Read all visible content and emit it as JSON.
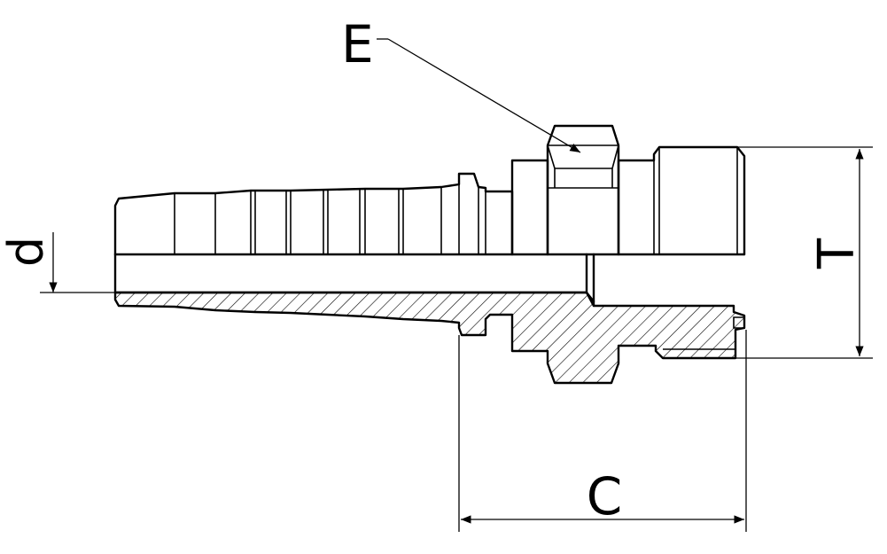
{
  "labels": {
    "e": "E",
    "d": "d",
    "t": "T",
    "c": "C"
  },
  "colors": {
    "line": "#000000",
    "background": "#ffffff"
  }
}
